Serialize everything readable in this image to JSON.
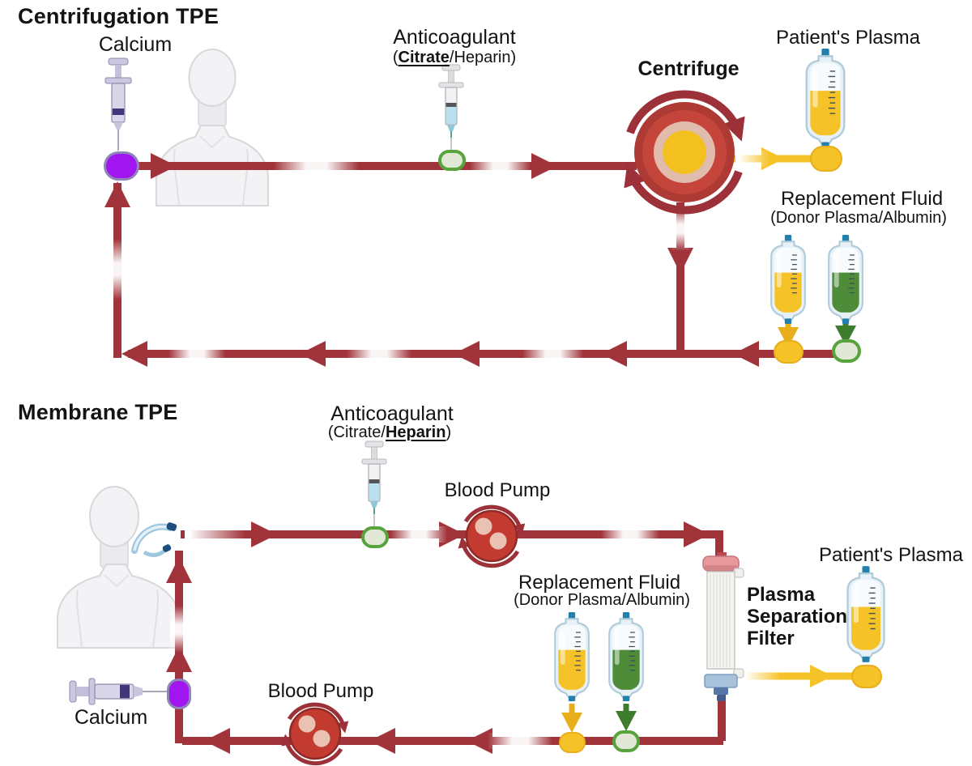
{
  "colors": {
    "blood": "#A0343A",
    "blood-dark": "#8E2B2F",
    "plasma-yellow": "#F5C327",
    "plasma-deep": "#E9AE1B",
    "albumin-green": "#4E8C3A",
    "green-port": "#57A33C",
    "calcium-purple": "#A116F0",
    "cap-blue": "#2380AE",
    "text": "#131313"
  },
  "centrifugation": {
    "title": "Centrifugation TPE",
    "calcium_label": "Calcium",
    "anticoagulant_title": "Anticoagulant",
    "anticoagulant_pre": "(",
    "anticoagulant_emph": "Citrate",
    "anticoagulant_post": "/Heparin)",
    "centrifuge_label": "Centrifuge",
    "patients_plasma_label": "Patient's Plasma",
    "replacement_fluid_title": "Replacement Fluid",
    "replacement_fluid_sub": "(Donor Plasma/Albumin)"
  },
  "membrane": {
    "title": "Membrane TPE",
    "anticoagulant_title": "Anticoagulant",
    "anticoagulant_pre": "(Citrate/",
    "anticoagulant_emph": "Heparin",
    "anticoagulant_post": ")",
    "blood_pump_top_label": "Blood Pump",
    "blood_pump_bottom_label": "Blood Pump",
    "replacement_fluid_title": "Replacement Fluid",
    "replacement_fluid_sub": "(Donor Plasma/Albumin)",
    "filter_label_line1": "Plasma",
    "filter_label_line2": "Separation",
    "filter_label_line3": "Filter",
    "patients_plasma_label": "Patient's Plasma",
    "calcium_label": "Calcium"
  }
}
